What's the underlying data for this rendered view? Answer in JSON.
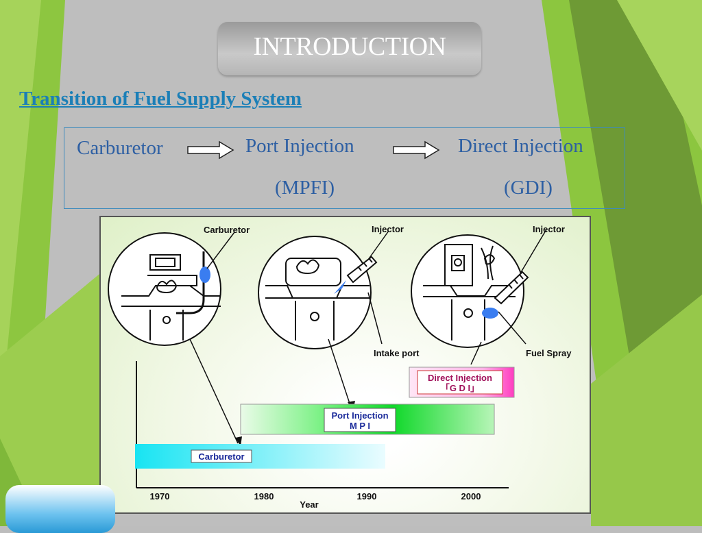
{
  "slide": {
    "title": "INTRODUCTION",
    "subtitle": "Transition of Fuel Supply System"
  },
  "flow": {
    "step1": "Carburetor",
    "step2": "Port Injection",
    "step2_sub": "(MPFI)",
    "step3": "Direct Injection",
    "step3_sub": "(GDI)"
  },
  "diagram": {
    "callouts": {
      "carburetor": "Carburetor",
      "injector_mpi": "Injector",
      "injector_gdi": "Injector",
      "intake_port": "Intake port",
      "fuel_spray": "Fuel Spray"
    },
    "timeline": {
      "carburetor_label": "Carburetor",
      "port_label_line1": "Port Injection",
      "port_label_line2": "M P I",
      "direct_label_line1": "Direct Injection",
      "direct_label_line2": "「G D I」",
      "x_axis_label": "Year",
      "years": [
        "1970",
        "1980",
        "1990",
        "2000"
      ]
    }
  },
  "colors": {
    "accent_green": "#8cc63f",
    "link_blue": "#1b7fb7",
    "carburetor_bar": "#30e0f0",
    "port_bar": "#22e040",
    "direct_bar": "#ff4fc8"
  }
}
